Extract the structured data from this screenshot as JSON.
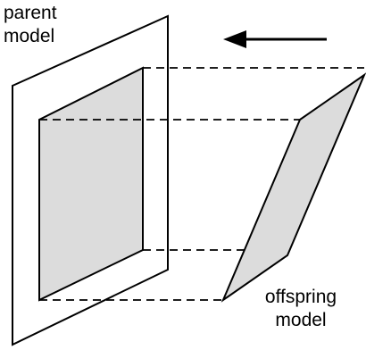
{
  "labels": {
    "parent": [
      "parent",
      "model"
    ],
    "offspring": [
      "offspring",
      "model"
    ]
  },
  "colors": {
    "stroke": "#000000",
    "fill": "#dcdcdc",
    "background": "#ffffff"
  }
}
